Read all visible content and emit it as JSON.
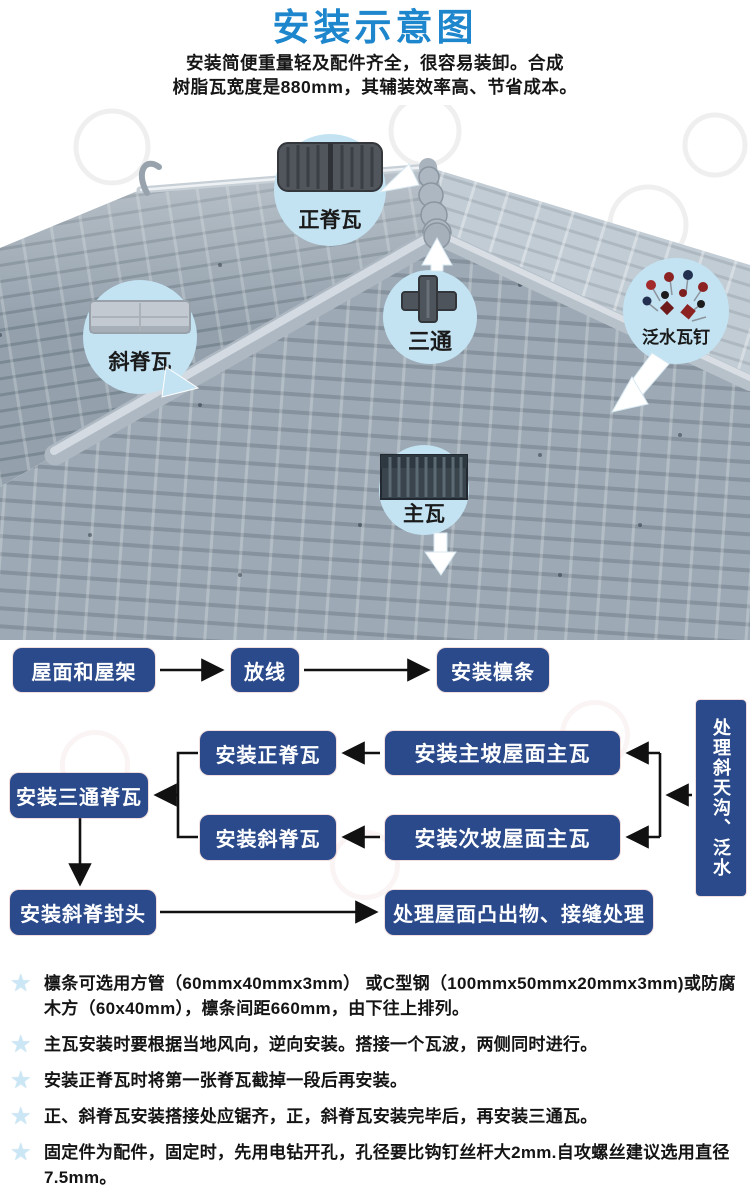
{
  "header": {
    "title": "安装示意图",
    "title_color": "#1d86cc",
    "subtitle_line1": "安装简便重量轻及配件齐全，很容易装卸。合成",
    "subtitle_line2": "树脂瓦宽度是880mm，其辅装效率高、节省成本。"
  },
  "photo": {
    "circle_color": "#c3e3f3",
    "callouts": [
      {
        "label": "正脊瓦"
      },
      {
        "label": "斜脊瓦"
      },
      {
        "label": "三通"
      },
      {
        "label": "泛水瓦钉"
      },
      {
        "label": "主瓦"
      }
    ]
  },
  "flowchart": {
    "box_color": "#2a4a8b",
    "boxes": [
      {
        "label": "屋面和屋架"
      },
      {
        "label": "放线"
      },
      {
        "label": "安装檩条"
      },
      {
        "label": "安装正脊瓦"
      },
      {
        "label": "安装主坡屋面主瓦"
      },
      {
        "label": "安装三通脊瓦"
      },
      {
        "label": "安装斜脊瓦"
      },
      {
        "label": "安装次坡屋面主瓦"
      },
      {
        "label": "处理斜天沟、泛水"
      },
      {
        "label": "安装斜脊封头"
      },
      {
        "label": "处理屋面凸出物、接缝处理"
      }
    ]
  },
  "notes": {
    "items": [
      "檩条可选用方管（60mmx40mmx3mm） 或C型钢（100mmx50mmx20mmx3mm)或防腐木方（60x40mm），檩条间距660mm，由下往上排列。",
      "主瓦安装时要根据当地风向，逆向安装。搭接一个瓦波，两侧同时进行。",
      "安装正脊瓦时将第一张脊瓦截掉一段后再安装。",
      "正、斜脊瓦安装搭接处应锯齐，正，斜脊瓦安装完毕后，再安装三通瓦。",
      "固定件为配件，固定时，先用电钻开孔，孔径要比钩钉丝杆大2mm.自攻螺丝建议选用直径7.5mm。"
    ]
  }
}
